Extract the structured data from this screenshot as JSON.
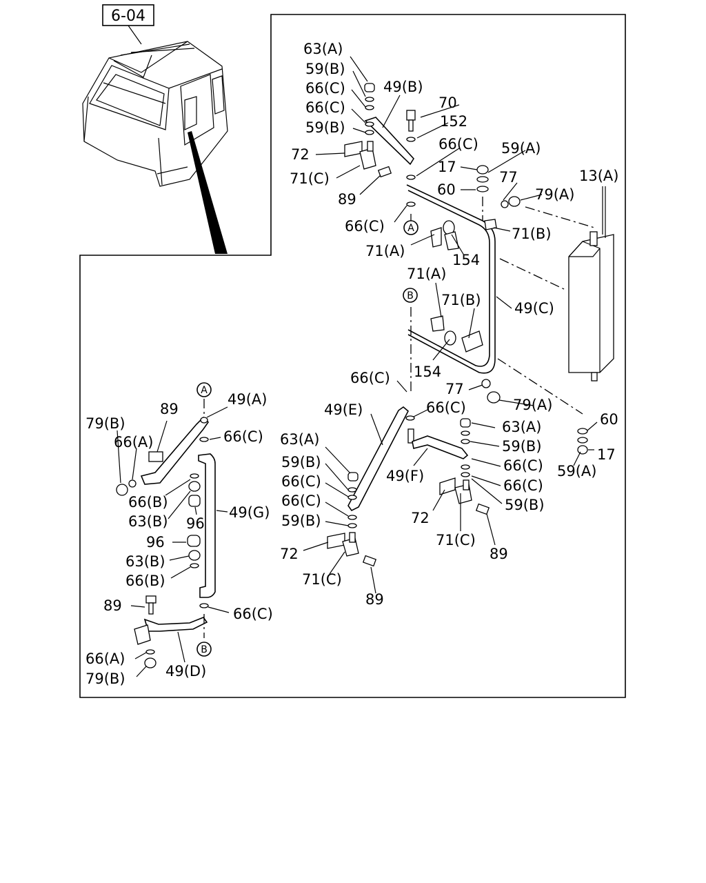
{
  "reference": {
    "label": "6-04"
  },
  "callouts": {
    "A": "A",
    "B": "B"
  },
  "labels": [
    "63(A)",
    "59(B)",
    "66(C)",
    "66(C)",
    "59(B)",
    "49(B)",
    "70",
    "152",
    "72",
    "71(C)",
    "89",
    "66(C)",
    "17",
    "59(A)",
    "77",
    "60",
    "79(A)",
    "13(A)",
    "66(C)",
    "71(A)",
    "154",
    "71(B)",
    "71(A)",
    "71(B)",
    "49(C)",
    "154",
    "66(C)",
    "77",
    "79(A)",
    "60",
    "59(A)",
    "17",
    "49(E)",
    "66(C)",
    "63(A)",
    "59(B)",
    "66(C)",
    "66(C)",
    "59(B)",
    "49(F)",
    "72",
    "71(C)",
    "89",
    "63(A)",
    "59(B)",
    "66(C)",
    "66(C)",
    "59(B)",
    "72",
    "71(C)",
    "89",
    "49(A)",
    "79(B)",
    "89",
    "66(A)",
    "66(C)",
    "66(B)",
    "63(B)",
    "96",
    "49(G)",
    "96",
    "63(B)",
    "66(B)",
    "89",
    "66(C)",
    "66(A)",
    "79(B)",
    "49(D)"
  ]
}
